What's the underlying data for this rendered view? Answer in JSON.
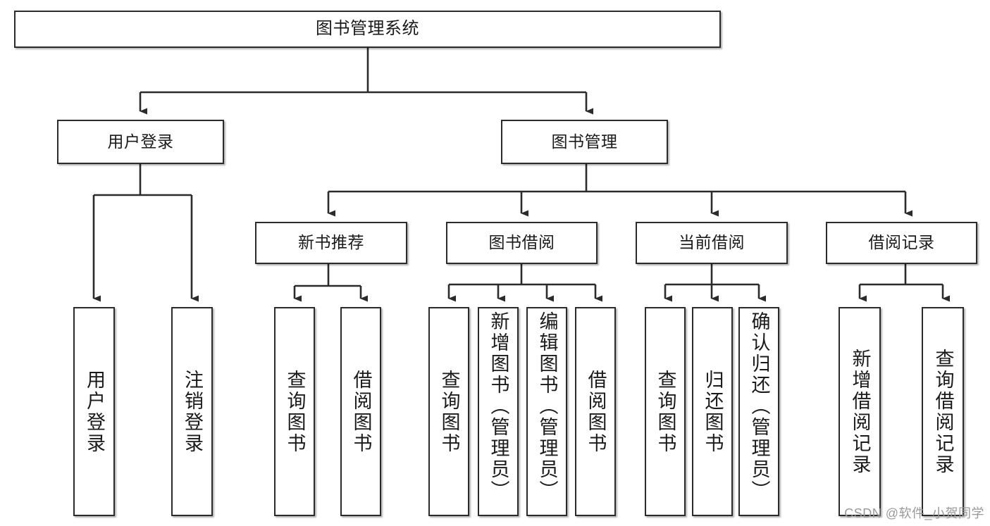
{
  "diagram": {
    "title": "图书管理系统",
    "type": "tree-hierarchy-chart",
    "colors": {
      "box_border": "#2b2b2b",
      "box_fill": "#ffffff",
      "connector": "#2b2b2b",
      "page_background": "#ffffff",
      "watermark": "#9a9a9a"
    }
  },
  "root": {
    "label": "图书管理系统"
  },
  "level2": [
    {
      "label": "用户登录"
    },
    {
      "label": "图书管理"
    }
  ],
  "level3": [
    {
      "label": "新书推荐"
    },
    {
      "label": "图书借阅"
    },
    {
      "label": "当前借阅"
    },
    {
      "label": "借阅记录"
    }
  ],
  "leaves": {
    "user_login": [
      {
        "label": "用户登录"
      },
      {
        "label": "注销登录"
      }
    ],
    "new_book_recommend": [
      {
        "label": "查询图书"
      },
      {
        "label": "借阅图书"
      }
    ],
    "book_borrow": [
      {
        "label": "查询图书"
      },
      {
        "label": "新增图书（管理员）"
      },
      {
        "label": "编辑图书（管理员）"
      },
      {
        "label": "借阅图书"
      }
    ],
    "current_borrow": [
      {
        "label": "查询图书"
      },
      {
        "label": "归还图书"
      },
      {
        "label": "确认归还（管理员）"
      }
    ],
    "borrow_record": [
      {
        "label": "新增借阅记录"
      },
      {
        "label": "查询借阅记录"
      }
    ]
  },
  "watermark": {
    "text": "CSDN @软件_小贺同学"
  }
}
